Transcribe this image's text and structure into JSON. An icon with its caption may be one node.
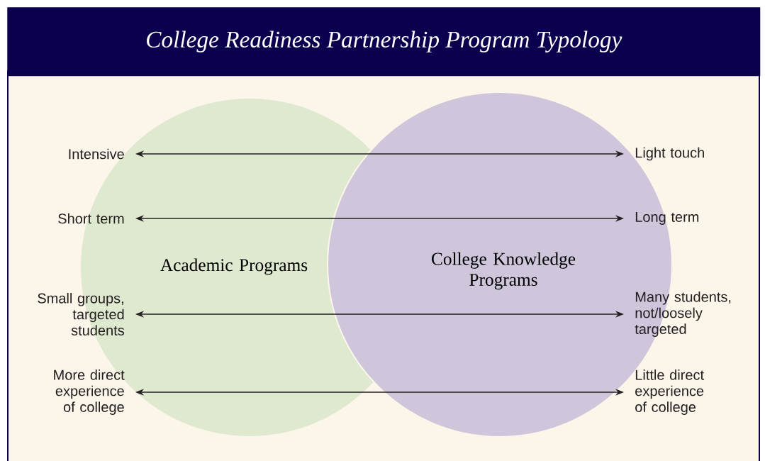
{
  "diagram": {
    "title": "College Readiness Partnership Program Typology",
    "nodes": [
      {
        "text": [
          "Intensive"
        ]
      },
      {
        "text": [
          "Light touch"
        ]
      },
      {
        "text": [
          "Short term"
        ]
      },
      {
        "text": [
          "Long term"
        ]
      },
      {
        "text": [
          "Small groups, targeted students"
        ]
      },
      {
        "text": [
          "Many students, not/loosely targeted"
        ]
      },
      {
        "text": [
          "More direct experience of college"
        ]
      },
      {
        "text": [
          "Little direct experience of college"
        ]
      }
    ],
    "edges": [
      {
        "from": 0,
        "to": 1,
        "arrow": "both"
      },
      {
        "from": 2,
        "to": 3,
        "arrow": "both"
      },
      {
        "from": 4,
        "to": 5,
        "arrow": "both"
      },
      {
        "from": 6,
        "to": 7,
        "arrow": "both"
      }
    ],
    "labels": [
      "Academic Programs",
      "College Knowledge Programs"
    ]
  }
}
